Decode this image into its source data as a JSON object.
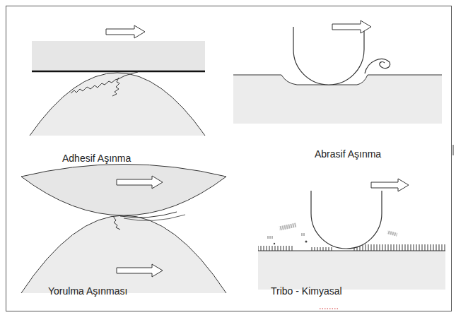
{
  "diagram": {
    "labels": [
      "Adhesif Aşınma",
      "Abrasif Aşınma",
      "Yorulma Aşınması",
      "Tribo - Kimyasal"
    ]
  }
}
